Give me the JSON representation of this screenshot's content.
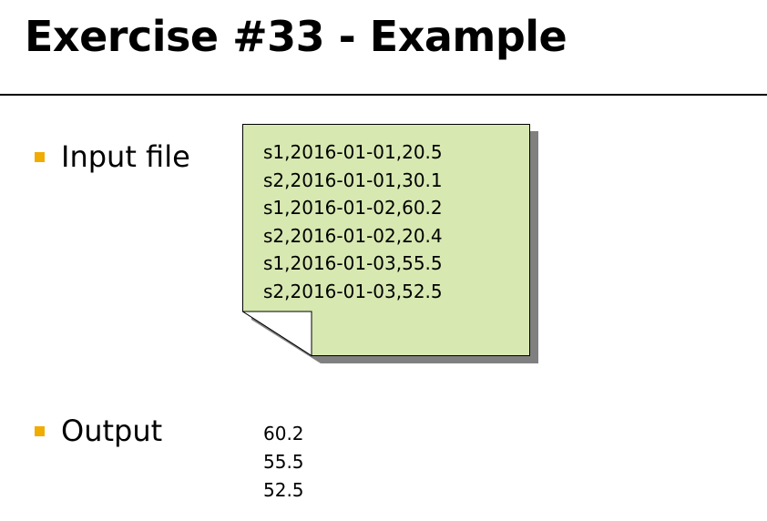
{
  "slide": {
    "title": "Exercise #33 - Example"
  },
  "bullets": [
    {
      "label": "Input file"
    },
    {
      "label": "Output"
    }
  ],
  "input_file": {
    "lines": [
      "s1,2016-01-01,20.5",
      "s2,2016-01-01,30.1",
      "s1,2016-01-02,60.2",
      "s2,2016-01-02,20.4",
      "s1,2016-01-03,55.5",
      "s2,2016-01-03,52.5"
    ]
  },
  "output": {
    "lines": [
      "60.2",
      "55.5",
      "52.5"
    ]
  },
  "colors": {
    "bullet": "#f0ac00",
    "note_fill": "#d7e8b1",
    "note_shadow": "#808080",
    "note_border": "#000000"
  }
}
